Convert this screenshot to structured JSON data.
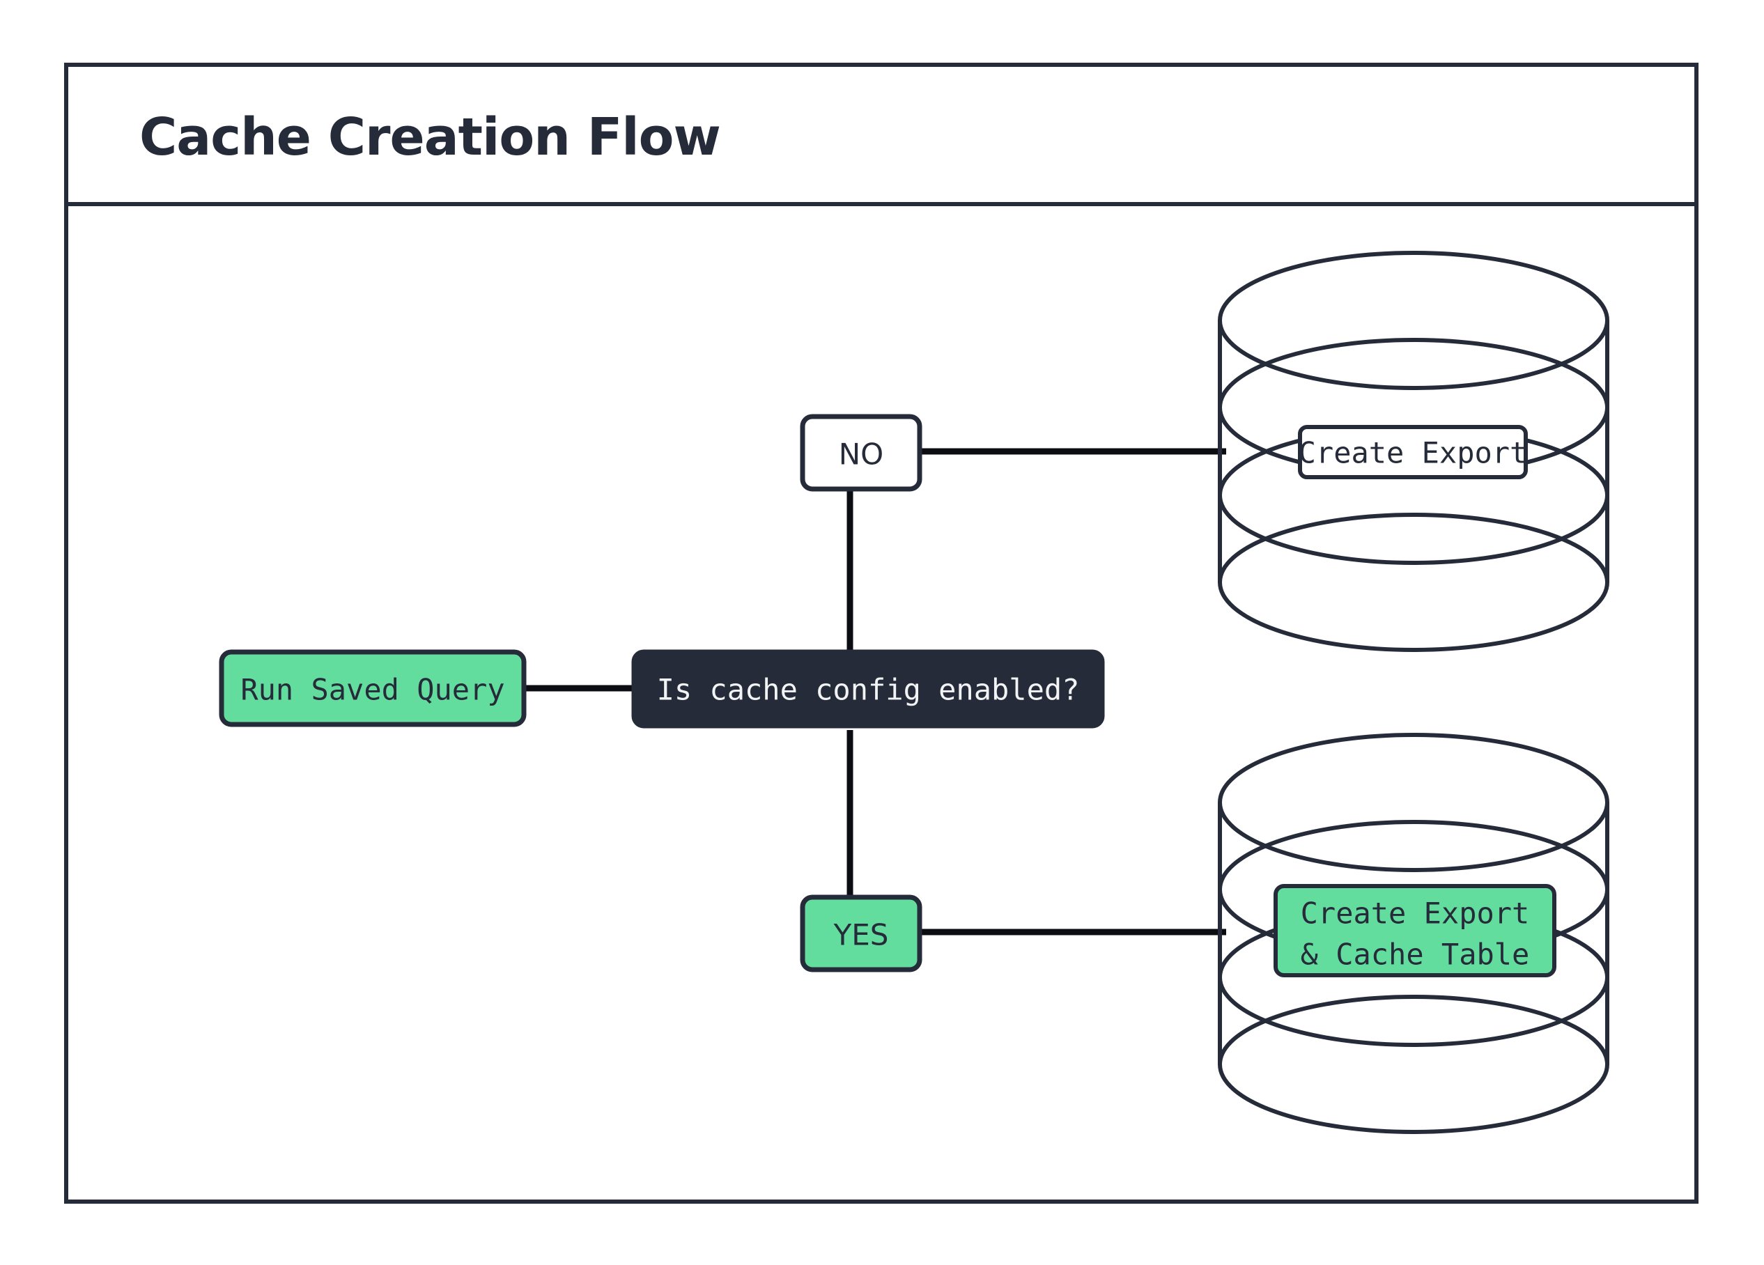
{
  "diagram": {
    "title": "Cache Creation Flow",
    "type": "flowchart",
    "colors": {
      "ink": "#262b3a",
      "accent_green": "#63dd9e",
      "node_dark_fill": "#262b3a",
      "node_dark_text": "#f2f3f5",
      "edge": "#0b0d12",
      "background": "#ffffff"
    },
    "nodes": [
      {
        "id": "run-saved-query",
        "label": "Run Saved Query",
        "shape": "rounded-rect",
        "fill": "green",
        "text_style": "mono"
      },
      {
        "id": "cache-config-decision",
        "label": "Is cache config enabled?",
        "shape": "rounded-rect",
        "fill": "dark",
        "text_style": "mono"
      },
      {
        "id": "branch-no",
        "label": "NO",
        "shape": "rounded-rect",
        "fill": "white",
        "text_style": "sans"
      },
      {
        "id": "branch-yes",
        "label": "YES",
        "shape": "rounded-rect",
        "fill": "green",
        "text_style": "sans"
      },
      {
        "id": "create-export-db",
        "label": "Create Export",
        "shape": "database-cylinder",
        "fill": "white",
        "text_style": "mono"
      },
      {
        "id": "create-export-cache-db",
        "label_line1": "Create Export",
        "label_line2": "& Cache Table",
        "shape": "database-cylinder",
        "fill": "green",
        "text_style": "mono"
      }
    ],
    "edges": [
      {
        "from": "run-saved-query",
        "to": "cache-config-decision",
        "label": ""
      },
      {
        "from": "cache-config-decision",
        "to": "branch-no",
        "label": ""
      },
      {
        "from": "cache-config-decision",
        "to": "branch-yes",
        "label": ""
      },
      {
        "from": "branch-no",
        "to": "create-export-db",
        "label": ""
      },
      {
        "from": "branch-yes",
        "to": "create-export-cache-db",
        "label": ""
      }
    ]
  }
}
